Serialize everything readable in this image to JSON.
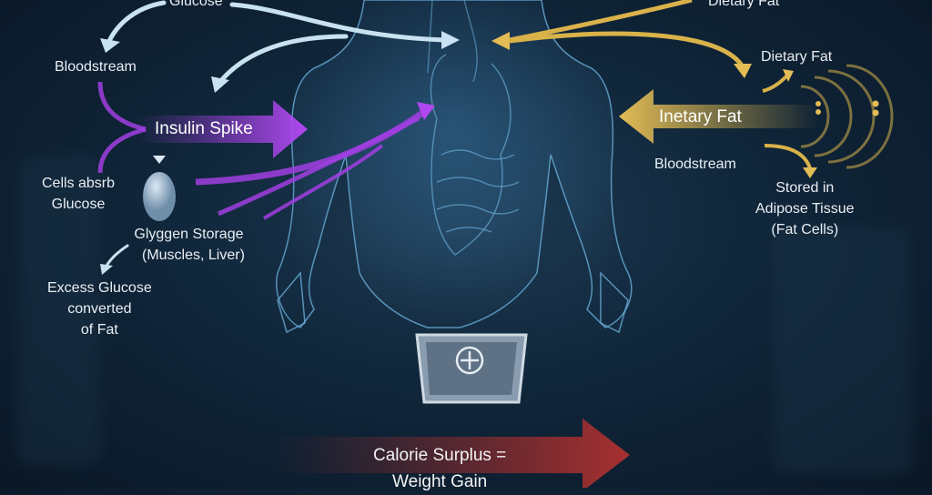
{
  "glucose_side": {
    "glucose": "Glucose",
    "bloodstream": "Bloodstream",
    "insulin_spike": "Insulin Spike",
    "cells_absorb": [
      "Cells absrb",
      "Glucose"
    ],
    "glycogen_storage": [
      "Glyggen Storage",
      "(Muscles, Liver)"
    ],
    "excess_glucose": [
      "Excess Glucose",
      "converted",
      "of Fat"
    ]
  },
  "fat_side": {
    "dietary_fat_top": "Dietary Fat",
    "dietary_fat": "Dietary Fat",
    "inetary_fat": "Inetary Fat",
    "bloodstream": "Bloodstream",
    "stored": [
      "Stored in",
      "Adipose Tissue",
      "(Fat Cells)"
    ]
  },
  "bottom": {
    "line1": "Calorie Surplus =",
    "line2": "Weight Gain"
  },
  "scale_icon": "plus-icon",
  "colors": {
    "glucose_arrow": "#c9e2f2",
    "insulin_arrow": "#a03ee0",
    "fat_arrow": "#d9b24a",
    "surplus_arrow": "#8c2a2a",
    "body": "#6fb4e0"
  }
}
